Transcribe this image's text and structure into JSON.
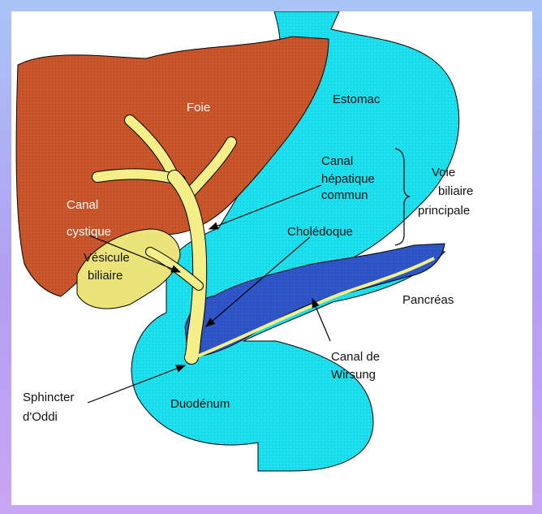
{
  "diagram": {
    "labels": {
      "foie": "Foie",
      "estomac": "Estomac",
      "canal_hepatique_1": "Canal",
      "canal_hepatique_2": "hépatique",
      "canal_hepatique_3": "commun",
      "voie_1": "Voie",
      "voie_2": "biliaire",
      "voie_3": "principale",
      "canal_cystique_1": "Canal",
      "canal_cystique_2": "cystique",
      "choledoque": "Cholédoque",
      "vesicule_1": "Vésicule",
      "vesicule_2": "biliaire",
      "pancreas": "Pancréas",
      "wirsung_1": "Canal de",
      "wirsung_2": "Wirsung",
      "sphincter_1": "Sphincter",
      "sphincter_2": "d'Oddi",
      "duodenum": "Duodénum"
    },
    "colors": {
      "foie": "#c8562a",
      "stomach_duodenum": "#1ce0ee",
      "bile_duct": "#f4ef88",
      "gallbladder": "#ece37a",
      "pancreas": "#2e56c8",
      "outline": "#000000"
    }
  }
}
